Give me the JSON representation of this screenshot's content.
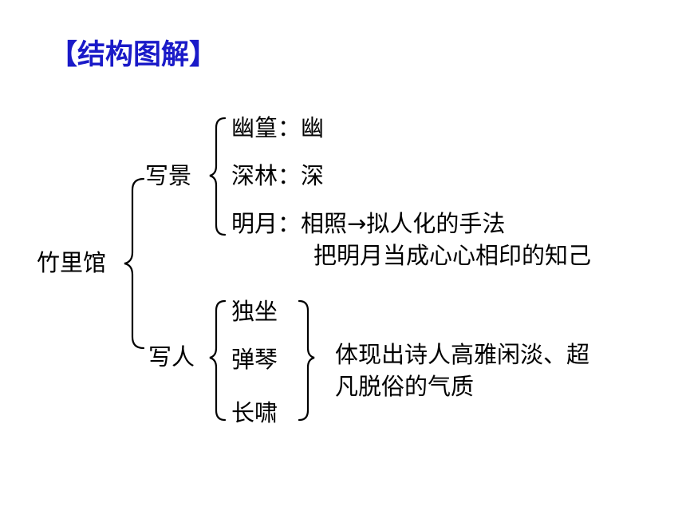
{
  "title": "【结构图解】",
  "root": "竹里馆",
  "branches": [
    {
      "label": "写景",
      "items": [
        {
          "text": "幽篁：幽"
        },
        {
          "text": "深林：深"
        },
        {
          "text": "明月：相照",
          "arrow": "→",
          "note": "拟人化的手法",
          "note2": "把明月当成心心相印的知己"
        }
      ]
    },
    {
      "label": "写人",
      "items": [
        {
          "text": "独坐"
        },
        {
          "text": "弹琴"
        },
        {
          "text": "长啸"
        }
      ],
      "summary": [
        "体现出诗人高雅闲淡、超",
        "凡脱俗的气质"
      ]
    }
  ]
}
